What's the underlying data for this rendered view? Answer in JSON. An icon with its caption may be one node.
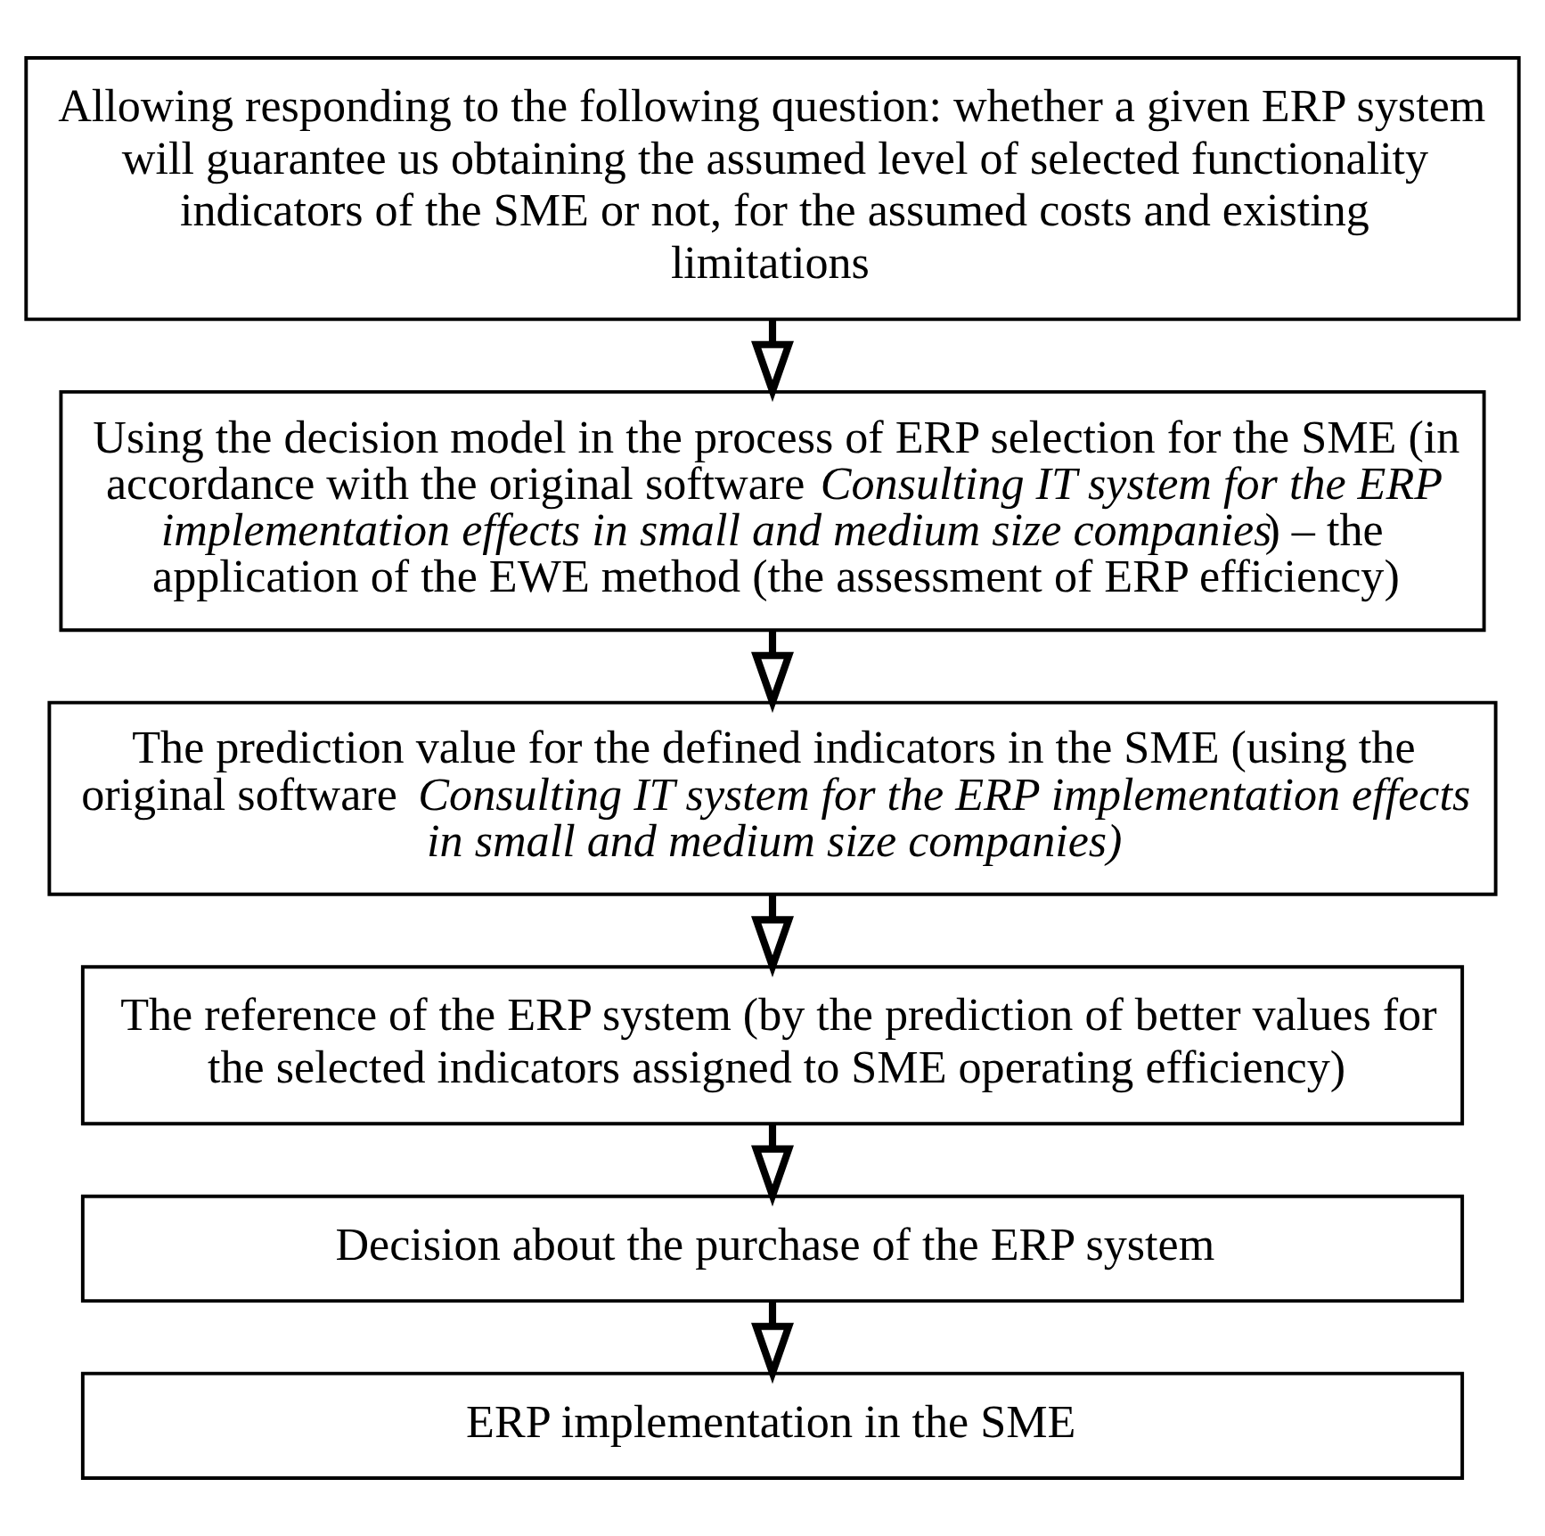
{
  "diagram": {
    "nodes": [
      {
        "text": [
          "Allowing responding to the following question: whether a given ERP system will guarantee us obtaining the assumed level of selected functionality indicators of the SME or not, for the assumed costs and existing limitations"
        ]
      },
      {
        "text": [
          "Using the decision model in the process of ERP selection for the SME (in accordance with the original software *Consulting IT system for the ERP implementation effects in small and medium size companies*) – the application of the EWE method (the assessment of ERP efficiency)"
        ]
      },
      {
        "text": [
          "The prediction value for the defined indicators in the SME (using the original software *Consulting IT system for the ERP implementation effects in small and medium size companies)*"
        ]
      },
      {
        "text": [
          "The reference of the ERP system (by the prediction of better values for the selected indicators assigned to SME operating efficiency)"
        ]
      },
      {
        "text": [
          "Decision about the purchase of the ERP system"
        ]
      },
      {
        "text": [
          "ERP implementation in the SME"
        ]
      }
    ],
    "edges": [
      {
        "from": 0,
        "to": 1,
        "arrow": "to"
      },
      {
        "from": 1,
        "to": 2,
        "arrow": "to"
      },
      {
        "from": 2,
        "to": 3,
        "arrow": "to"
      },
      {
        "from": 3,
        "to": 4,
        "arrow": "to"
      },
      {
        "from": 4,
        "to": 5,
        "arrow": "to"
      }
    ]
  }
}
